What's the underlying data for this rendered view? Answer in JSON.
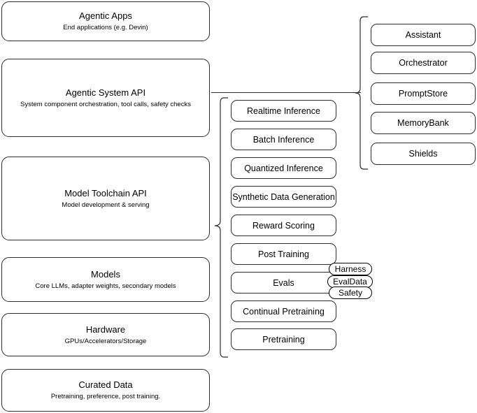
{
  "diagram": {
    "title": "AI stack layered architecture diagram",
    "stroke_color": "#2b2b2b",
    "background_color": "#ffffff",
    "layers": [
      {
        "id": "agentic-apps",
        "title": "Agentic Apps",
        "subtitle": "End applications (e.g. Devin)"
      },
      {
        "id": "agentic-system-api",
        "title": "Agentic System API",
        "subtitle": "System component orchestration, tool calls, safety checks"
      },
      {
        "id": "model-toolchain-api",
        "title": "Model Toolchain API",
        "subtitle": "Model development & serving"
      },
      {
        "id": "models",
        "title": "Models",
        "subtitle": "Core LLMs, adapter weights, secondary models"
      },
      {
        "id": "hardware",
        "title": "Hardware",
        "subtitle": "GPUs/Accelerators/Storage"
      },
      {
        "id": "curated-data",
        "title": "Curated Data",
        "subtitle": "Pretraining, preference, post training."
      }
    ],
    "toolchain_components": [
      {
        "id": "realtime-inference",
        "label": "Realtime Inference"
      },
      {
        "id": "batch-inference",
        "label": "Batch Inference"
      },
      {
        "id": "quantized-inference",
        "label": "Quantized Inference"
      },
      {
        "id": "synthetic-data-generation",
        "label": "Synthetic Data Generation"
      },
      {
        "id": "reward-scoring",
        "label": "Reward Scoring"
      },
      {
        "id": "post-training",
        "label": "Post Training"
      },
      {
        "id": "evals",
        "label": "Evals"
      },
      {
        "id": "continual-pretraining",
        "label": "Continual Pretraining"
      },
      {
        "id": "pretraining",
        "label": "Pretraining"
      }
    ],
    "system_components": [
      {
        "id": "assistant",
        "label": "Assistant"
      },
      {
        "id": "orchestrator",
        "label": "Orchestrator"
      },
      {
        "id": "promptstore",
        "label": "PromptStore"
      },
      {
        "id": "memorybank",
        "label": "MemoryBank"
      },
      {
        "id": "shields",
        "label": "Shields"
      }
    ],
    "eval_badges": [
      {
        "id": "harness",
        "label": "Harness"
      },
      {
        "id": "evaldata",
        "label": "EvalData"
      },
      {
        "id": "safety",
        "label": "Safety"
      }
    ]
  }
}
